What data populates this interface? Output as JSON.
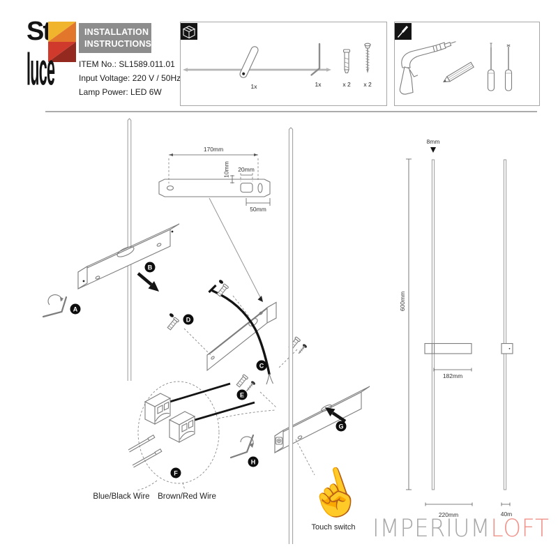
{
  "header": {
    "logo_top": "St",
    "logo_bottom": "luce",
    "title_line1": "INSTALLATION",
    "title_line2": "INSTRUCTIONS",
    "item_no": "ITEM No.: SL1589.011.01",
    "input_voltage": "Input Voltage: 220 V / 50Hz",
    "lamp_power": "Lamp Power: LED 6W",
    "title_bg": "#8d8d8d",
    "logo_colors": {
      "yellow": "#f0b52d",
      "orange": "#e2772b",
      "red": "#d03a2c",
      "dark_red": "#93291f"
    }
  },
  "included_parts": {
    "lamp_qty": "1x",
    "hex_key_qty": "1x",
    "anchor_qty": "x 2",
    "screw_qty": "x 2"
  },
  "bracket_drawing": {
    "total_width": "170mm",
    "vertical_offset": "10mm",
    "slot_width": "20mm",
    "end_offset": "50mm"
  },
  "steps": {
    "a": "A",
    "b": "B",
    "c": "C",
    "d": "D",
    "e": "E",
    "f": "F",
    "g": "G",
    "h": "H"
  },
  "wiring": {
    "blue_black": "Blue/Black Wire",
    "brown_red": "Brown/Red Wire"
  },
  "touch_switch_label": "Touch switch",
  "dimensions": {
    "rod_diameter": "8mm",
    "total_height": "600mm",
    "body_length": "182mm",
    "mount_width": "220mm",
    "depth": "40m"
  },
  "icons": {
    "touch_hand": "☝"
  },
  "watermark": {
    "gray_part": "IMPERIUM",
    "accent_part": "LOFT",
    "gray_color": "#a8a8a8",
    "accent_color": "#f0938b"
  }
}
